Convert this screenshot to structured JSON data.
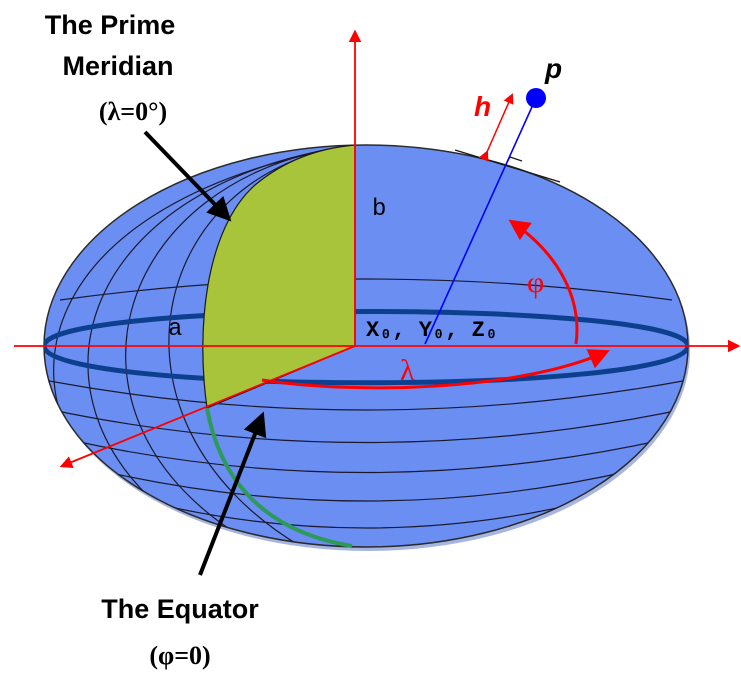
{
  "labels": {
    "prime_meridian_line1": "The Prime",
    "prime_meridian_line2": "Meridian",
    "prime_meridian_formula": "(λ=0°)",
    "equator_title": "The Equator",
    "equator_formula": "(φ=0)",
    "semi_major_axis": "a",
    "semi_minor_axis": "b",
    "origin": "X₀, Y₀, Z₀",
    "longitude_symbol": "λ",
    "latitude_symbol": "φ",
    "height_symbol": "h",
    "point_symbol": "p"
  },
  "colors": {
    "ellipsoid_fill": "#6b8ef2",
    "ellipsoid_shadow": "#5a7ad8",
    "meridian_lines": "#1a1a2e",
    "equator": "#0d3f8f",
    "prime_meridian_fill": "#a7c43a",
    "prime_meridian_arc": "#2e9a5a",
    "axes": "#ff0000",
    "normal_line": "#0000ff",
    "point": "#0000ff",
    "callout_arrows": "#000000"
  }
}
